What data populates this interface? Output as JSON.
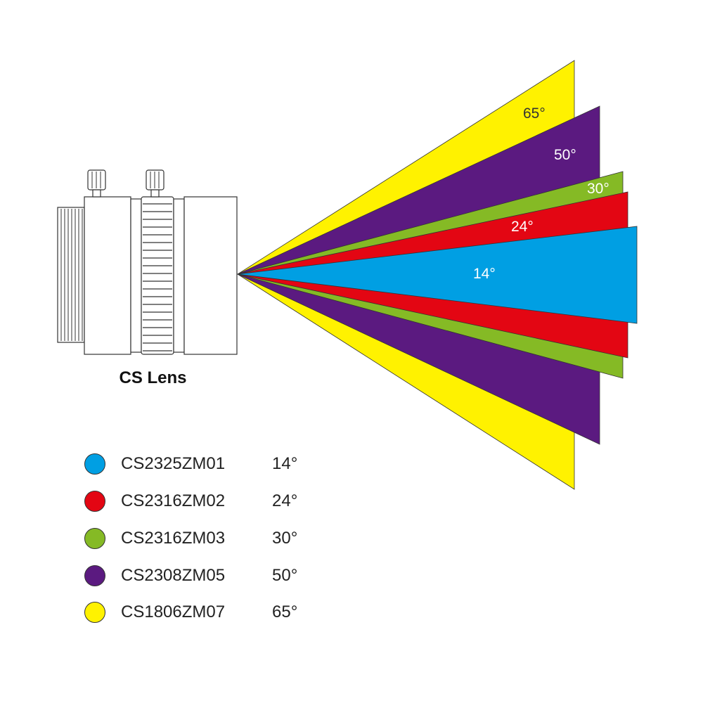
{
  "lens_label": "CS Lens",
  "fans": [
    {
      "model": "CS1806ZM07",
      "angle_label": "65°",
      "angle_deg": 65,
      "color": "#FFF200",
      "text_color": "#333333"
    },
    {
      "model": "CS2308ZM05",
      "angle_label": "50°",
      "angle_deg": 50,
      "color": "#5B1A80",
      "text_color": "#ffffff"
    },
    {
      "model": "CS2316ZM03",
      "angle_label": "30°",
      "angle_deg": 30,
      "color": "#85BA25",
      "text_color": "#ffffff"
    },
    {
      "model": "CS2316ZM02",
      "angle_label": "24°",
      "angle_deg": 24,
      "color": "#E30613",
      "text_color": "#ffffff"
    },
    {
      "model": "CS2325ZM01",
      "angle_label": "14°",
      "angle_deg": 14,
      "color": "#009FE3",
      "text_color": "#ffffff"
    }
  ],
  "legend": [
    {
      "model": "CS2325ZM01",
      "angle": "14°",
      "color": "#009FE3"
    },
    {
      "model": "CS2316ZM02",
      "angle": "24°",
      "color": "#E30613"
    },
    {
      "model": "CS2316ZM03",
      "angle": "30°",
      "color": "#85BA25"
    },
    {
      "model": "CS2308ZM05",
      "angle": "50°",
      "color": "#5B1A80"
    },
    {
      "model": "CS1806ZM07",
      "angle": "65°",
      "color": "#FFF200"
    }
  ]
}
